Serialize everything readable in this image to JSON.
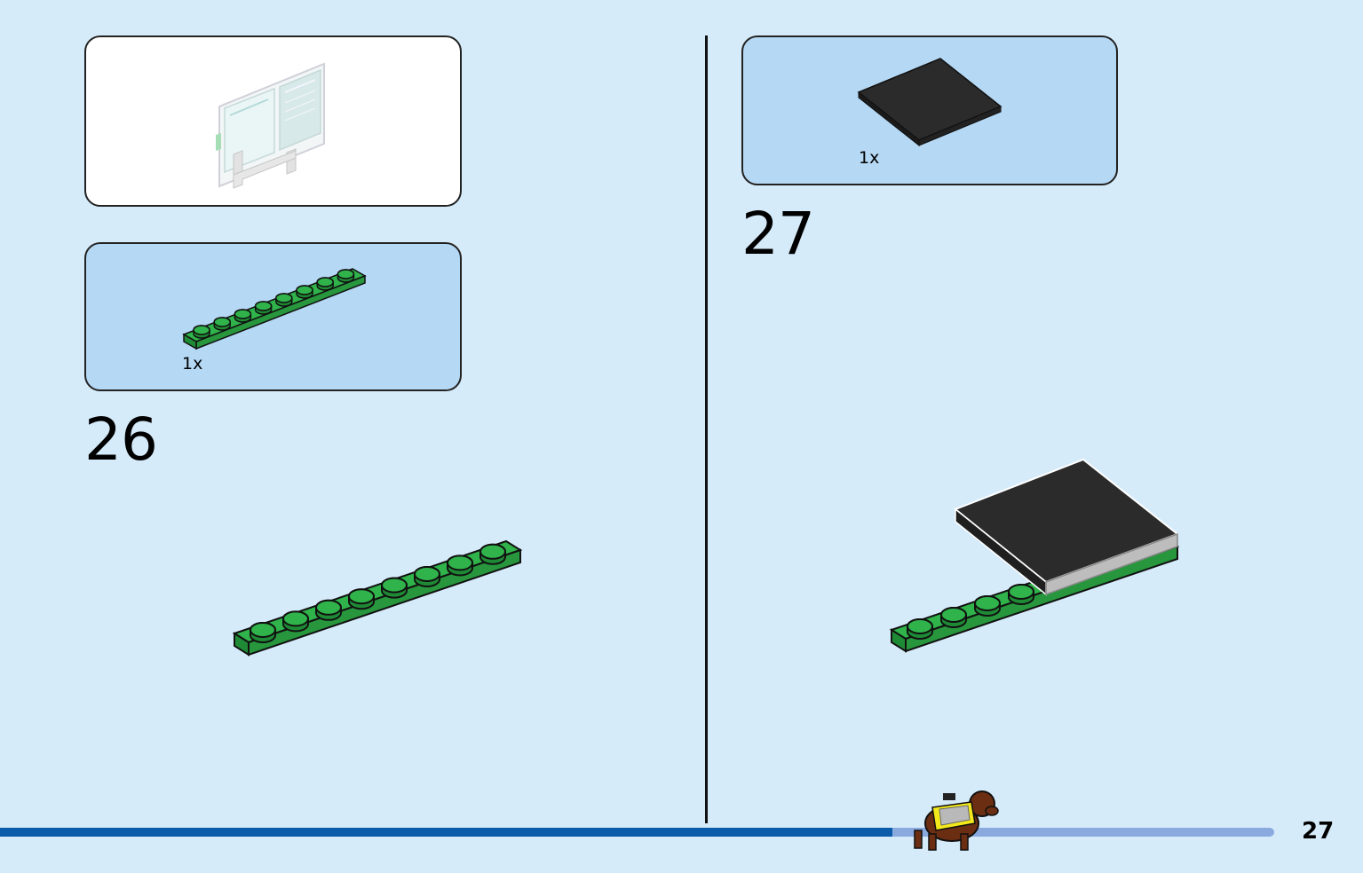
{
  "steps": [
    {
      "number": "26",
      "parts": [
        {
          "quantity": "1x",
          "part": "green-plate-1x8"
        }
      ]
    },
    {
      "number": "27",
      "parts": [
        {
          "quantity": "1x",
          "part": "black-tile-4x4"
        }
      ]
    }
  ],
  "footer": {
    "page_number": "27",
    "progress": 0.7
  },
  "colors": {
    "background": "#d6ebfa",
    "parts_box": "#b5d8f4",
    "green_brick": "#2fb34a",
    "black_tile": "#2b2b2b",
    "progress_fill": "#0a5cab",
    "progress_track": "#8aaadf"
  }
}
